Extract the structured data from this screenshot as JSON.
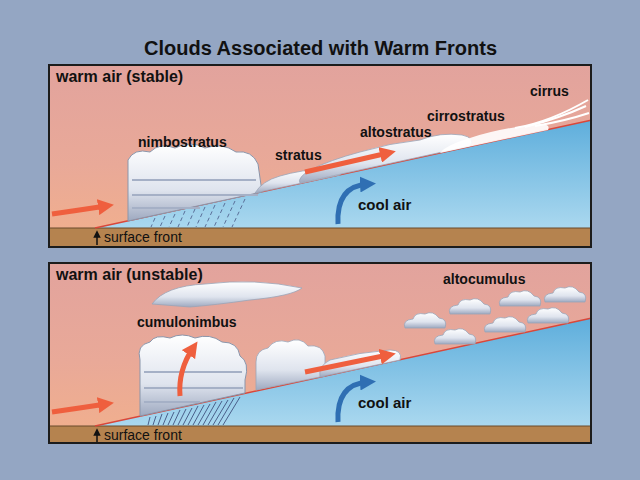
{
  "diagram": {
    "title": "Clouds Associated with Warm Fronts",
    "nodes": [
      {
        "text": [
          "warm air (stable)"
        ]
      },
      {
        "text": [
          "warm air (unstable)"
        ]
      }
    ],
    "labels": [
      "nimbostratus",
      "stratus",
      "altostratus",
      "cirrostratus",
      "cirrus",
      "cool air",
      "surface front",
      "cumulonimbus",
      "altocumulus",
      "cool air",
      "surface front"
    ]
  }
}
